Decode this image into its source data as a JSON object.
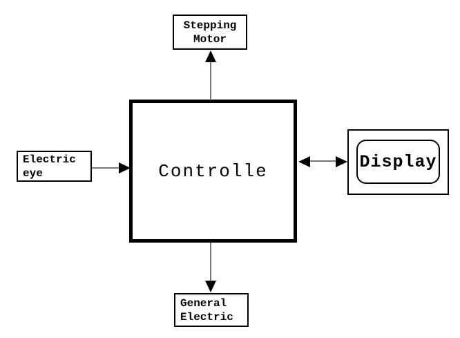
{
  "diagram": {
    "colors": {
      "background": "#ffffff",
      "box_border": "#000000",
      "text": "#000000",
      "arrow_shaft": "#777777",
      "arrow_head": "#000000"
    },
    "nodes": {
      "stepping_motor": {
        "line1": "Stepping",
        "line2": "Motor"
      },
      "electric_eye": {
        "line1": "Electric",
        "line2": "eye"
      },
      "controller": {
        "label": "Controlle"
      },
      "display": {
        "label": "Display"
      },
      "general_electric": {
        "line1": "General",
        "line2": "Electric"
      }
    },
    "connections": [
      {
        "from": "controller",
        "to": "stepping_motor",
        "direction": "one-way",
        "arrow": "up"
      },
      {
        "from": "electric_eye",
        "to": "controller",
        "direction": "one-way",
        "arrow": "right"
      },
      {
        "from": "controller",
        "to": "display",
        "direction": "two-way",
        "arrow": "left-right"
      },
      {
        "from": "controller",
        "to": "general_electric",
        "direction": "one-way",
        "arrow": "down"
      }
    ]
  }
}
